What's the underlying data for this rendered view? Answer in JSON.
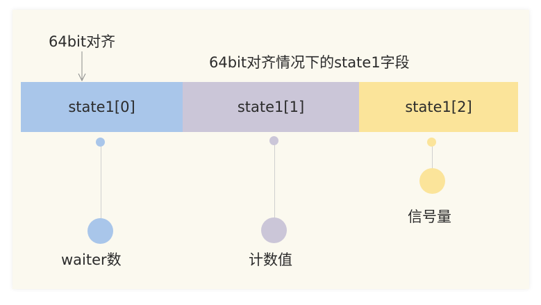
{
  "diagram": {
    "alignment_label": "64bit对齐",
    "title": "64bit对齐情况下的state1字段",
    "fields": [
      {
        "label": "state1[0]",
        "meaning": "waiter数",
        "color": "#a9c6ea"
      },
      {
        "label": "state1[1]",
        "meaning": "计数值",
        "color": "#cbc6d8"
      },
      {
        "label": "state1[2]",
        "meaning": "信号量",
        "color": "#fbe49a"
      }
    ]
  }
}
